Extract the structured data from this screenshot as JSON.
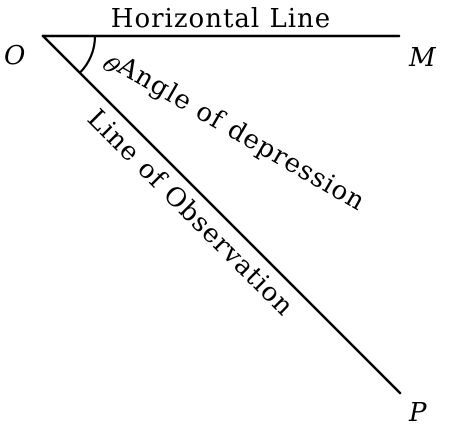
{
  "diagram": {
    "title": "Horizontal Line",
    "points": {
      "O": "O",
      "M": "M",
      "P": "P"
    },
    "angle_symbol": "θ",
    "angle_label": "Angle of depression",
    "observation_label": "Line of Observation"
  }
}
